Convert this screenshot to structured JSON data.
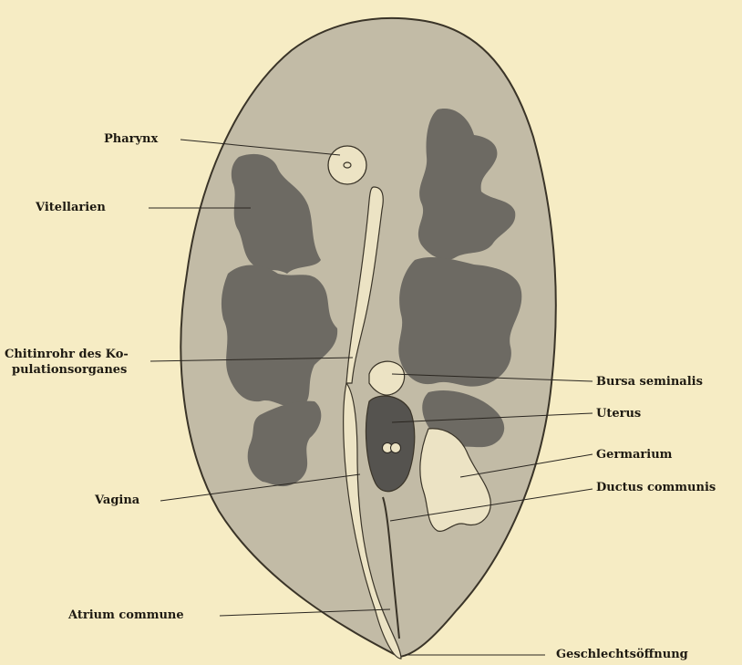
{
  "labels": {
    "pharynx": "Pharynx",
    "vitellarien": "Vitellarien",
    "chitinrohr_line1": "Chitinrohr des Ko-",
    "chitinrohr_line2": "pulationsorganes",
    "bursa_seminalis": "Bursa seminalis",
    "uterus": "Uterus",
    "germarium": "Germarium",
    "ductus_communis": "Ductus communis",
    "vagina": "Vagina",
    "atrium_commune": "Atrium commune",
    "geschlechtsoeffnung": "Geschlechtsöffnung"
  },
  "colors": {
    "paper": "#f6ecc4",
    "body_fill": "#c2bba6",
    "body_outline": "#3a3428",
    "vitellarium_fill": "#6d6a63",
    "organ_light": "#ece3c4",
    "uterus_fill": "#55534f",
    "ink": "#1e1a12"
  }
}
